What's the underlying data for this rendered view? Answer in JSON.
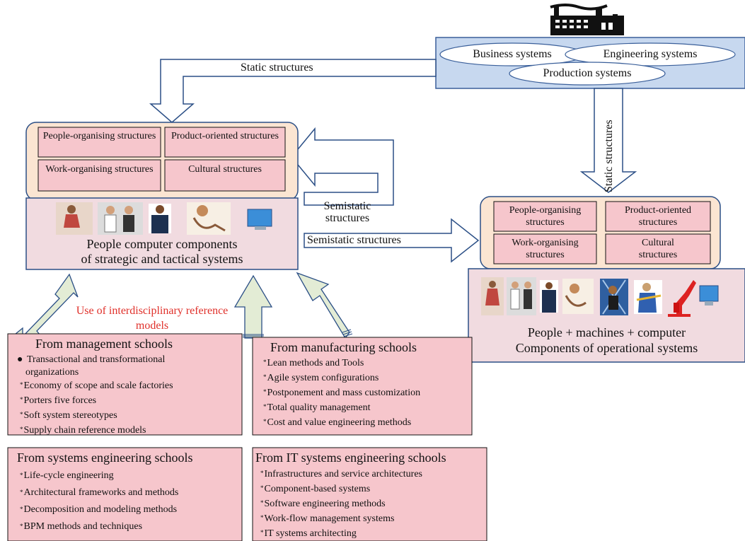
{
  "top_systems": {
    "business": "Business systems",
    "engineering": "Engineering systems",
    "production": "Production systems"
  },
  "arrows": {
    "static_top": "Static structures",
    "static_vertical": "Static structures",
    "semistatic_loop": "Semistatic structures",
    "semistatic_right": "Semistatic structures"
  },
  "strategic": {
    "structures": {
      "people": "People-organising structures",
      "product": "Product-oriented structures",
      "work": "Work-organising structures",
      "cultural": "Cultural structures"
    },
    "caption_line1": "People computer components",
    "caption_line2": "of strategic and tactical systems"
  },
  "operational": {
    "structures": {
      "people": "People-organising structures",
      "product": "Product-oriented structures",
      "work": "Work-organising structures",
      "cultural": "Cultural structures"
    },
    "caption_line1": "People + machines + computer",
    "caption_line2": "Components of operational systems"
  },
  "reference_models_label": "Use of interdisciplinary reference models",
  "schools": {
    "management": {
      "title": "From management schools",
      "bullet": "Transactional and transformational organizations",
      "items": [
        "Economy of scope and scale factories",
        "Porters five forces",
        "Soft system stereotypes",
        "Supply chain reference models"
      ]
    },
    "manufacturing": {
      "title": "From manufacturing schools",
      "items": [
        "Lean methods and Tools",
        "Agile system configurations",
        "Postponement and mass customization",
        "Total quality management",
        "Cost and value engineering methods"
      ]
    },
    "systems_engineering": {
      "title": "From systems engineering schools",
      "items": [
        "Life-cycle engineering",
        "Architectural frameworks and methods",
        "Decomposition and modeling methods",
        "BPM methods and techniques"
      ]
    },
    "it_engineering": {
      "title": "From IT systems engineering schools",
      "items": [
        "Infrastructures and service architectures",
        "Component-based systems",
        "Software engineering methods",
        "Work-flow management systems",
        "IT systems architecting"
      ]
    }
  },
  "colors": {
    "pink_box": "#f6c6cc",
    "peach_box": "#fbe5d2",
    "light_pink": "#f1dbe0",
    "blue_box": "#c7d8ef",
    "arrow_blue": "#2b4f86",
    "arrow_green": "#e3ecd5",
    "accent_red": "#e0302a"
  }
}
